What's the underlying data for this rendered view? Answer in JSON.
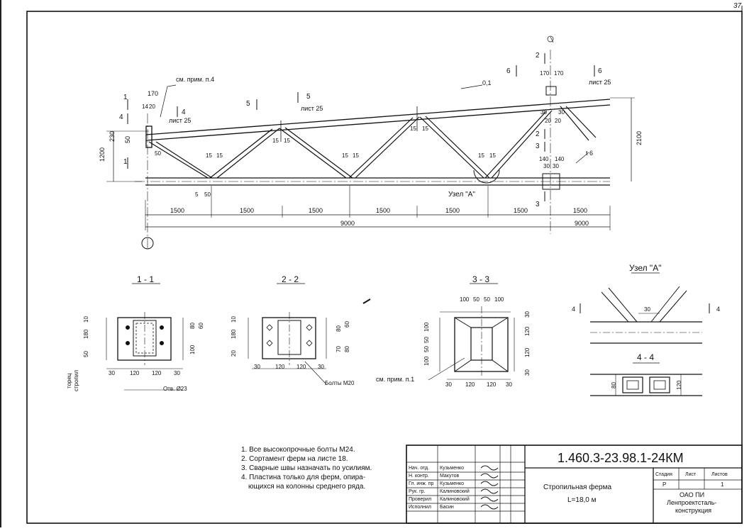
{
  "sheet_number": "37",
  "drawing_code": "1.460.3-23.98.1-24КМ",
  "title": "Стропильная ферма",
  "subtitle": "L=18,0 м",
  "organization": [
    "ОАО ПИ",
    "Ленпроектсталь-",
    "конструкция"
  ],
  "title_block": {
    "headers": {
      "stage": "Стадия",
      "sheet": "Лист",
      "sheets": "Листов"
    },
    "stage": "Р",
    "sheet": "",
    "sheets": "1",
    "signatures": [
      {
        "role": "Нач. отд.",
        "name": "Кузьменко"
      },
      {
        "role": "Н. контр.",
        "name": "Макутов"
      },
      {
        "role": "Гл. инж. пр",
        "name": "Кузьменко"
      },
      {
        "role": "Рук. гр.",
        "name": "Калиновский"
      },
      {
        "role": "Проверил",
        "name": "Калиновский"
      },
      {
        "role": "Исполнил",
        "name": "Басин"
      }
    ]
  },
  "notes": [
    "1. Все высокопрочные болты М24.",
    "2. Сортамент ферм на листе 18.",
    "3. Сварные швы назначать по усилиям.",
    "4. Пластина только для ферм, опира-",
    "ющихся на колонны среднего ряда."
  ],
  "truss": {
    "panel_dims": [
      "1500",
      "1500",
      "1500",
      "1500",
      "1500",
      "1500",
      "1500"
    ],
    "half_spans": [
      "9000",
      "9000"
    ],
    "slope": "0,1",
    "height_left": "1200",
    "height_right": "2100",
    "node_label": "Узел \"А\"",
    "ref_note": "см. прим. п.4",
    "sheet_ref": "лист 25",
    "plate_label": "t 6",
    "dims": {
      "d170": "170",
      "d14": "14",
      "d20": "20",
      "d230": "230",
      "d50": "50",
      "d15": "15",
      "d5": "5",
      "d30": "30",
      "d140": "140"
    },
    "section_marks": [
      "1",
      "2",
      "3",
      "4",
      "5",
      "6"
    ]
  },
  "sections": {
    "s1": {
      "title": "1 - 1",
      "left_dims": [
        "10",
        "180",
        "50"
      ],
      "right_dims": [
        "80",
        "60",
        "100"
      ],
      "bottom_dims": [
        "30",
        "120",
        "120",
        "30"
      ],
      "hole": "Отв. Ø23",
      "side_label": [
        "торец",
        "стропил"
      ]
    },
    "s2": {
      "title": "2 - 2",
      "left_dims": [
        "10",
        "180",
        "20"
      ],
      "right_dims": [
        "80",
        "60",
        "70",
        "80"
      ],
      "bottom_dims": [
        "30",
        "120",
        "120",
        "30"
      ],
      "bolts": "Болты М20"
    },
    "s3": {
      "title": "3 - 3",
      "top_dims": [
        "100",
        "50",
        "50",
        "100"
      ],
      "left_dims": [
        "100",
        "50",
        "50",
        "100"
      ],
      "right_dims": [
        "30",
        "120",
        "120",
        "30"
      ],
      "bottom_dims": [
        "30",
        "120",
        "120",
        "30"
      ],
      "ref_note": "см. прим. п.1"
    },
    "node_a": {
      "title": "Узел \"А\"",
      "dim": "30",
      "mark": "4"
    },
    "s4": {
      "title": "4 - 4",
      "dim_left": "80",
      "dim_right": "120"
    }
  },
  "colors": {
    "ink": "#111111",
    "paper": "#ffffff",
    "scan_edge": "#222222"
  }
}
